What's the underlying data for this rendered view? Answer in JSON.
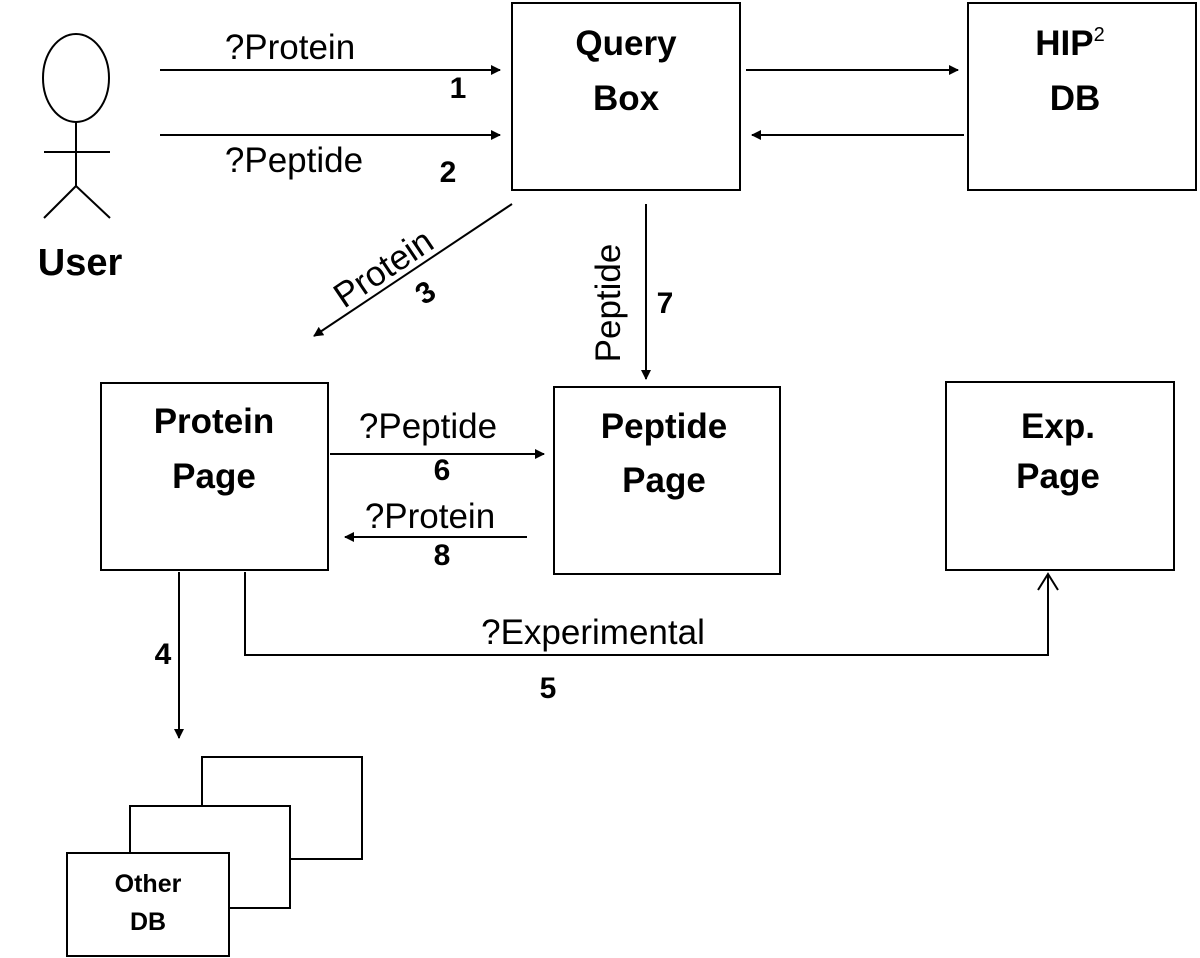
{
  "actor": {
    "label": "User"
  },
  "nodes": {
    "query_box": {
      "line1": "Query",
      "line2": "Box"
    },
    "hip_db": {
      "line1": "HIP",
      "superscript": "2",
      "line2": "DB"
    },
    "protein_page": {
      "line1": "Protein",
      "line2": "Page"
    },
    "peptide_page": {
      "line1": "Peptide",
      "line2": "Page"
    },
    "exp_page": {
      "line1": "Exp.",
      "line2": "Page"
    },
    "other_db": {
      "line1": "Other",
      "line2": "DB"
    }
  },
  "edges": {
    "e1": {
      "label": "?Protein",
      "step": "1"
    },
    "e2": {
      "label": "?Peptide",
      "step": "2"
    },
    "e3": {
      "label": "Protein",
      "step": "3"
    },
    "e4": {
      "step": "4"
    },
    "e5": {
      "label": "?Experimental",
      "step": "5"
    },
    "e6": {
      "label": "?Peptide",
      "step": "6"
    },
    "e7": {
      "label": "Peptide",
      "step": "7"
    },
    "e8": {
      "label": "?Protein",
      "step": "8"
    }
  }
}
